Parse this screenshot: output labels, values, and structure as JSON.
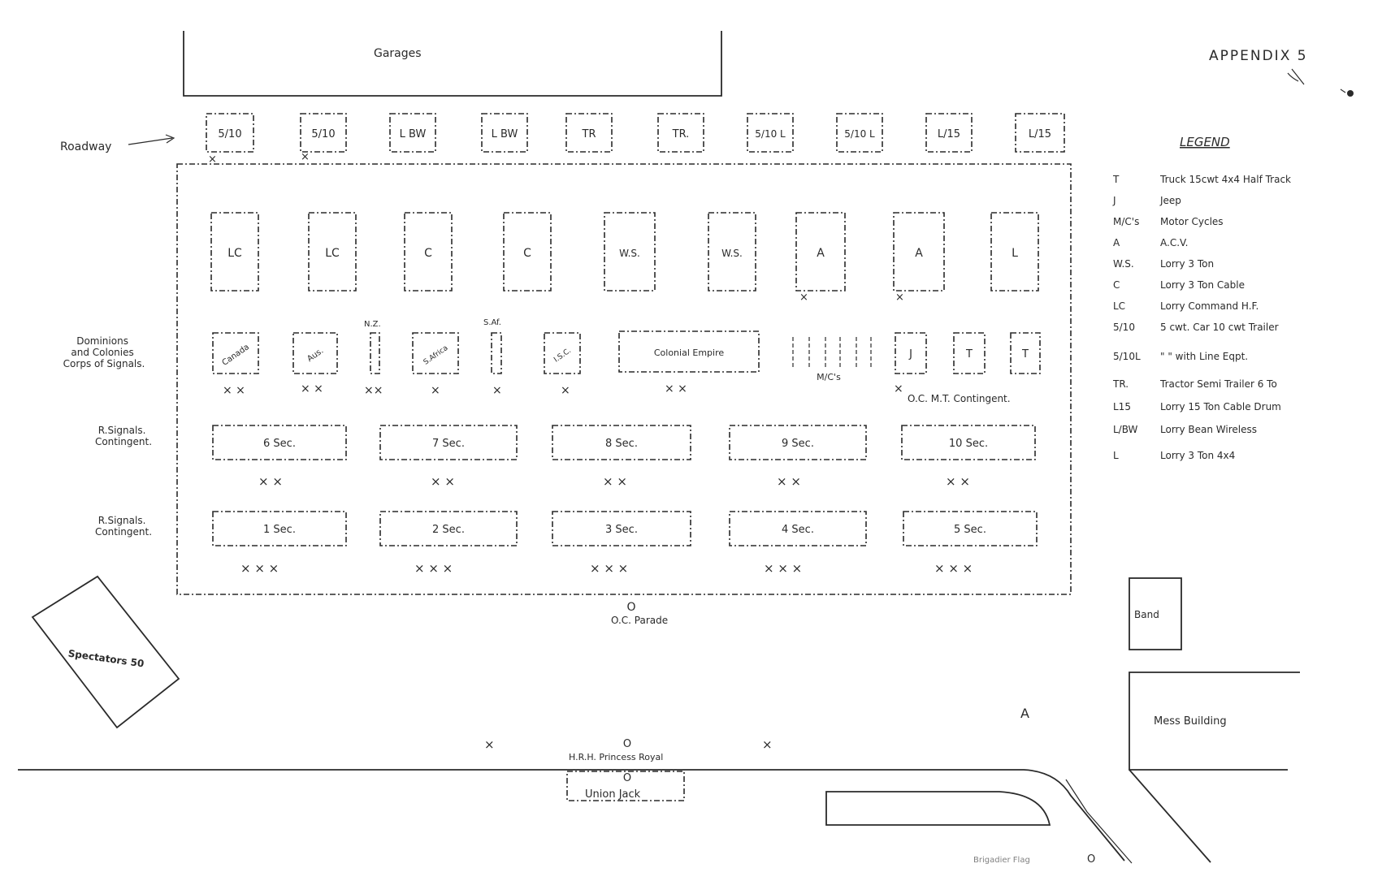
{
  "title": "APPENDIX 5",
  "garages": "Garages",
  "roadway": "Roadway",
  "road_vehicles": [
    "5/10",
    "5/10",
    "L BW",
    "L BW",
    "TR",
    "TR.",
    "5/10 L",
    "5/10 L",
    "L/15",
    "L/15"
  ],
  "large_vehicles": [
    "LC",
    "LC",
    "C",
    "C",
    "W.S.",
    "W.S.",
    "A",
    "A",
    "L"
  ],
  "dominions": {
    "heading": "Dominions and Colonies Corps of Signals.",
    "nz_label": "N.Z.",
    "sa_label": "S.Af.",
    "boxes": [
      "Canada",
      "Aus.",
      "",
      "S.Africa",
      "",
      "I.S.C.",
      "Colonial Empire",
      "M/C's",
      "J",
      "T",
      "T"
    ],
    "ocmt": "O.C. M.T. Contingent."
  },
  "contingent_a": {
    "heading": "R.Signals. Contingent.",
    "sections": [
      "6 Sec.",
      "7 Sec.",
      "8 Sec.",
      "9 Sec.",
      "10 Sec."
    ]
  },
  "contingent_b": {
    "heading": "R.Signals. Contingent.",
    "sections": [
      "1 Sec.",
      "2 Sec.",
      "3 Sec.",
      "4 Sec.",
      "5 Sec."
    ]
  },
  "oc_parade": "O.C. Parade",
  "spectators": "Spectators 50",
  "band": "Band",
  "mess_building": "Mess Building",
  "hrh": "H.R.H. Princess Royal",
  "union_jack": "Union Jack",
  "marker_a": "A",
  "bottom_note": "Brigadier Flag",
  "legend": {
    "heading": "LEGEND",
    "items": [
      {
        "code": "T",
        "desc": "Truck 15cwt 4x4 Half Track"
      },
      {
        "code": "J",
        "desc": "Jeep"
      },
      {
        "code": "M/C's",
        "desc": "Motor Cycles"
      },
      {
        "code": "A",
        "desc": "A.C.V."
      },
      {
        "code": "W.S.",
        "desc": "Lorry 3 Ton"
      },
      {
        "code": "C",
        "desc": "Lorry 3 Ton Cable"
      },
      {
        "code": "LC",
        "desc": "Lorry Command H.F."
      },
      {
        "code": "5/10",
        "desc": "5 cwt. Car 10 cwt Trailer"
      },
      {
        "code": "5/10L",
        "desc": "\"    \" with Line Eqpt."
      },
      {
        "code": "TR.",
        "desc": "Tractor Semi Trailer 6 To"
      },
      {
        "code": "L15",
        "desc": "Lorry 15 Ton Cable Drum"
      },
      {
        "code": "L/BW",
        "desc": "Lorry Bean Wireless"
      },
      {
        "code": "L",
        "desc": "Lorry 3 Ton 4x4"
      }
    ]
  }
}
